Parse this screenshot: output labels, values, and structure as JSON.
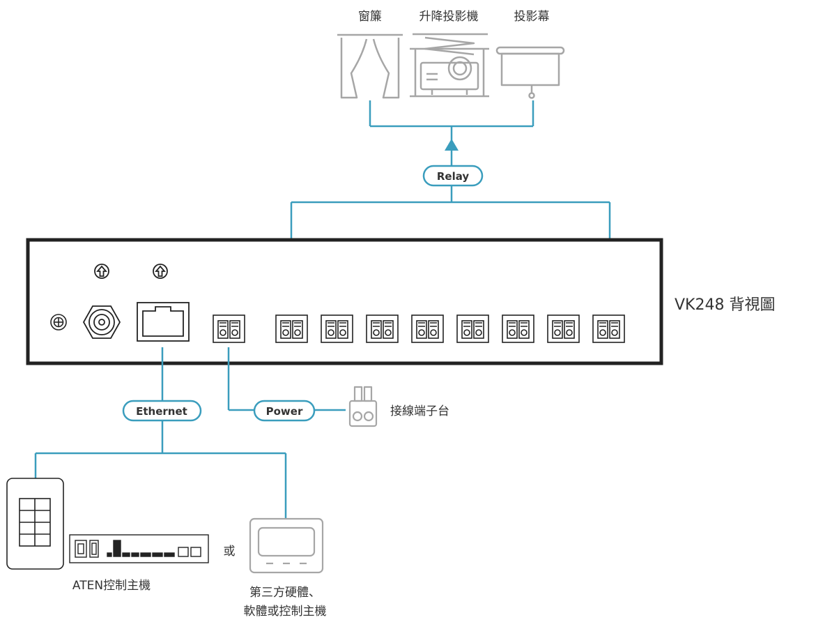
{
  "devices_top": {
    "curtain_label": "窗簾",
    "projector_lift_label": "升降投影機",
    "screen_label": "投影幕"
  },
  "connections": {
    "relay_label": "Relay",
    "ethernet_label": "Ethernet",
    "power_label": "Power"
  },
  "unit": {
    "rear_view_label": "VK248 背視圖",
    "relay_port_count": 8
  },
  "terminal_block": {
    "label": "接線端子台"
  },
  "controllers": {
    "aten_label": "ATEN控制主機",
    "or_label": "或",
    "third_party_line1": "第三方硬體、",
    "third_party_line2": "軟體或控制主機"
  },
  "colors": {
    "line": "#3a9dbd",
    "device_gray": "#a6a6a6",
    "outline": "#222222",
    "text": "#333333"
  },
  "icons": [
    "curtain-icon",
    "projector-lift-icon",
    "projection-screen-icon",
    "terminal-block-icon",
    "keypad-icon",
    "control-box-icon",
    "touch-panel-icon",
    "ground-screw-icon",
    "rf-connector-icon",
    "ethernet-port-icon"
  ]
}
